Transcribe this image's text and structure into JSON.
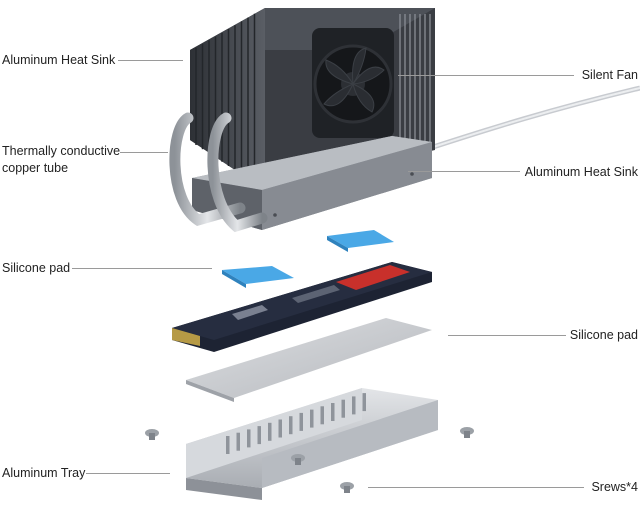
{
  "labels": {
    "heat_sink_top": "Aluminum Heat Sink",
    "silent_fan": "Silent Fan",
    "copper_tube_line1": "Thermally conductive",
    "copper_tube_line2": "copper tube",
    "heat_sink_base": "Aluminum Heat Sink",
    "silicone_pad_left": "Silicone pad",
    "silicone_pad_right": "Silicone pad",
    "aluminum_tray": "Aluminum Tray",
    "screws": "Srews*4"
  },
  "colors": {
    "heatsink_dark": "#3c3f45",
    "heatsink_mid": "#6b6f76",
    "blue_pad": "#4aa8e6",
    "ssd_pcb": "#1d2333",
    "ssd_label_red": "#c8302b",
    "tray": "#c9ccd1"
  }
}
